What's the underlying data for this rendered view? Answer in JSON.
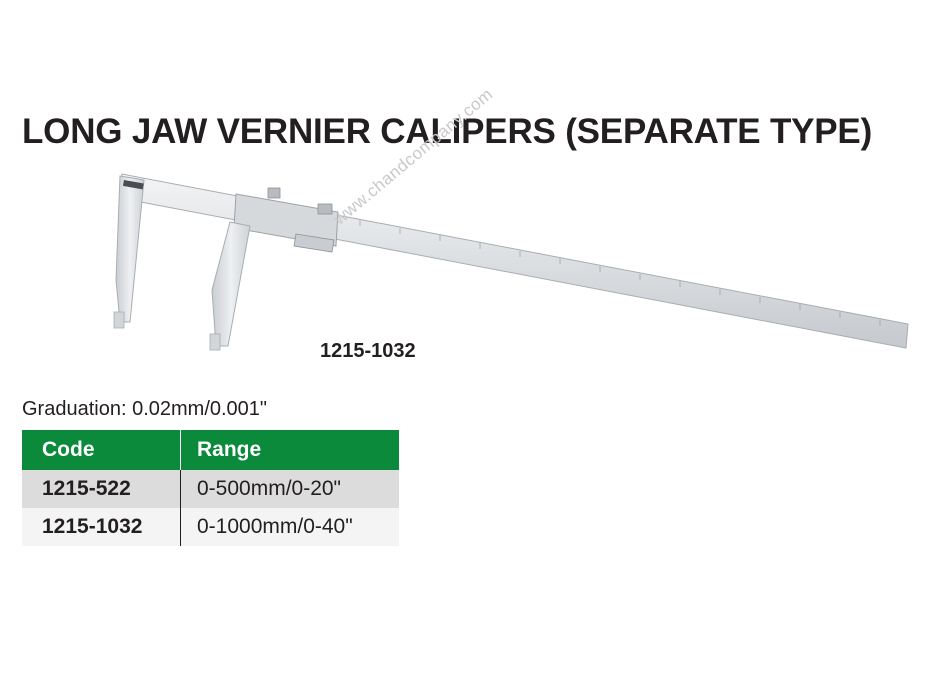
{
  "title": "LONG JAW VERNIER CALIPERS (SEPARATE TYPE)",
  "watermark": "www.chandcompany.com",
  "image_caption": "1215-1032",
  "graduation": "Graduation: 0.02mm/0.001\"",
  "table": {
    "headers": [
      "Code",
      "Range"
    ],
    "rows": [
      {
        "code": "1215-522",
        "range": "0-500mm/0-20\""
      },
      {
        "code": "1215-1032",
        "range": "0-1000mm/0-40\""
      }
    ]
  },
  "colors": {
    "header_green": "#0a8a3a",
    "row_shade": "#dcdcdc",
    "steel": "#dfe1e3"
  }
}
